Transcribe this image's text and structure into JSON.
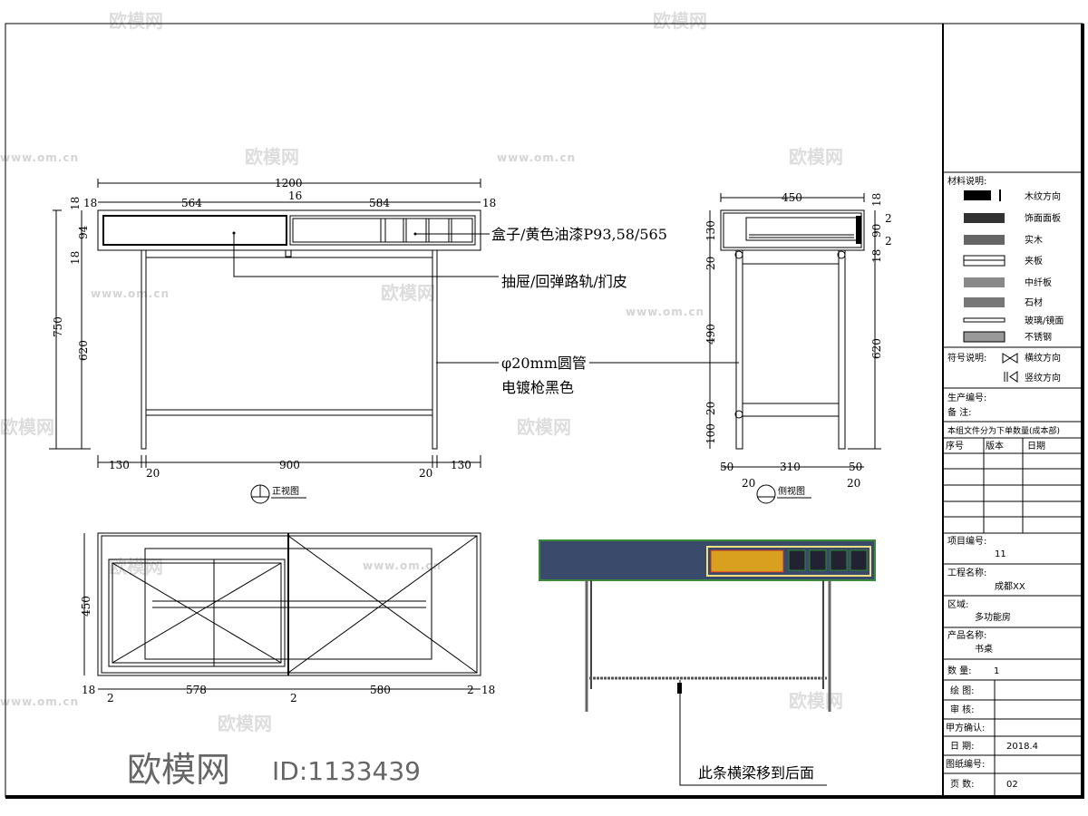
{
  "front_view": {
    "label": "正视图",
    "dims_top": {
      "overall": "1200",
      "left_edge": "18",
      "left_box": "564",
      "divider": "16",
      "right_box": "584",
      "right_edge": "18"
    },
    "dims_left": {
      "total_height": "750",
      "leg_height": "620",
      "top_board": "18",
      "box_height": "94",
      "bottom_board": "18"
    },
    "dims_bottom": {
      "left_overhang": "130",
      "left_leg": "20",
      "leg_span": "900",
      "right_leg": "20",
      "right_overhang": "130"
    }
  },
  "side_view": {
    "label": "侧视图",
    "dims_top": {
      "depth": "450"
    },
    "dims_left": {
      "box": "130",
      "upper_stretcher": "20",
      "middle": "490",
      "lower_stretcher": "20",
      "foot": "100"
    },
    "dims_right": {
      "top_board": "18",
      "gap_top": "2",
      "drawer": "90",
      "gap_bottom": "2",
      "bottom_board": "18",
      "leg_height": "620"
    },
    "dims_bottom": {
      "left_overhang": "50",
      "left_leg": "20",
      "leg_span": "310",
      "right_leg": "20",
      "right_overhang": "50"
    }
  },
  "plan_view": {
    "dims_left": {
      "depth": "450"
    },
    "dims_bottom": {
      "left_edge": "18",
      "left_gap": "2",
      "left_box": "578",
      "mid_gap": "2",
      "right_box": "580",
      "right_gap": "2",
      "right_edge": "18"
    }
  },
  "annotations": {
    "box": "盒子/黄色油漆P93,58/565",
    "drawer": "抽屉/回弹路轨/扪皮",
    "tube": "φ20mm圆管",
    "finish": "电镀枪黑色",
    "beam_note": "此条横梁移到后面"
  },
  "title_block": {
    "materials_title": "材料说明:",
    "materials": [
      "木纹方向",
      "饰面面板",
      "实木",
      "夹板",
      "中纤板",
      "石材",
      "玻璃/镜面",
      "不锈钢"
    ],
    "symbols_title": "符号说明:",
    "symbols": [
      "横纹方向",
      "竖纹方向"
    ],
    "production_no": "生产编号:",
    "remarks": "备    注:",
    "revision_header": "本组文件分为下单数量(成本部)",
    "revision_columns": [
      "序号",
      "版本",
      "日期"
    ],
    "project_no_label": "项目编号:",
    "project_no": "11",
    "project_name_label": "工程名称:",
    "project_name": "成都XX",
    "area_label": "区域:",
    "area": "多功能房",
    "product_label": "产品名称:",
    "product": "书桌",
    "quantity_label": "数  量:",
    "quantity": "1",
    "drawn_label": "绘  图:",
    "checked_label": "审  核:",
    "client_label": "甲方确认:",
    "date_label": "日  期:",
    "date": "2018.4",
    "drawing_no_label": "图纸编号:",
    "pages_label": "页  数:",
    "pages": "02"
  },
  "watermark": {
    "logo": "欧模网",
    "url": "www.om.cn",
    "id": "ID:1133439"
  },
  "colors": {
    "render_body": "#3a4a6a",
    "render_drawer": "#d9a020",
    "render_edge": "#3a8a3a"
  }
}
